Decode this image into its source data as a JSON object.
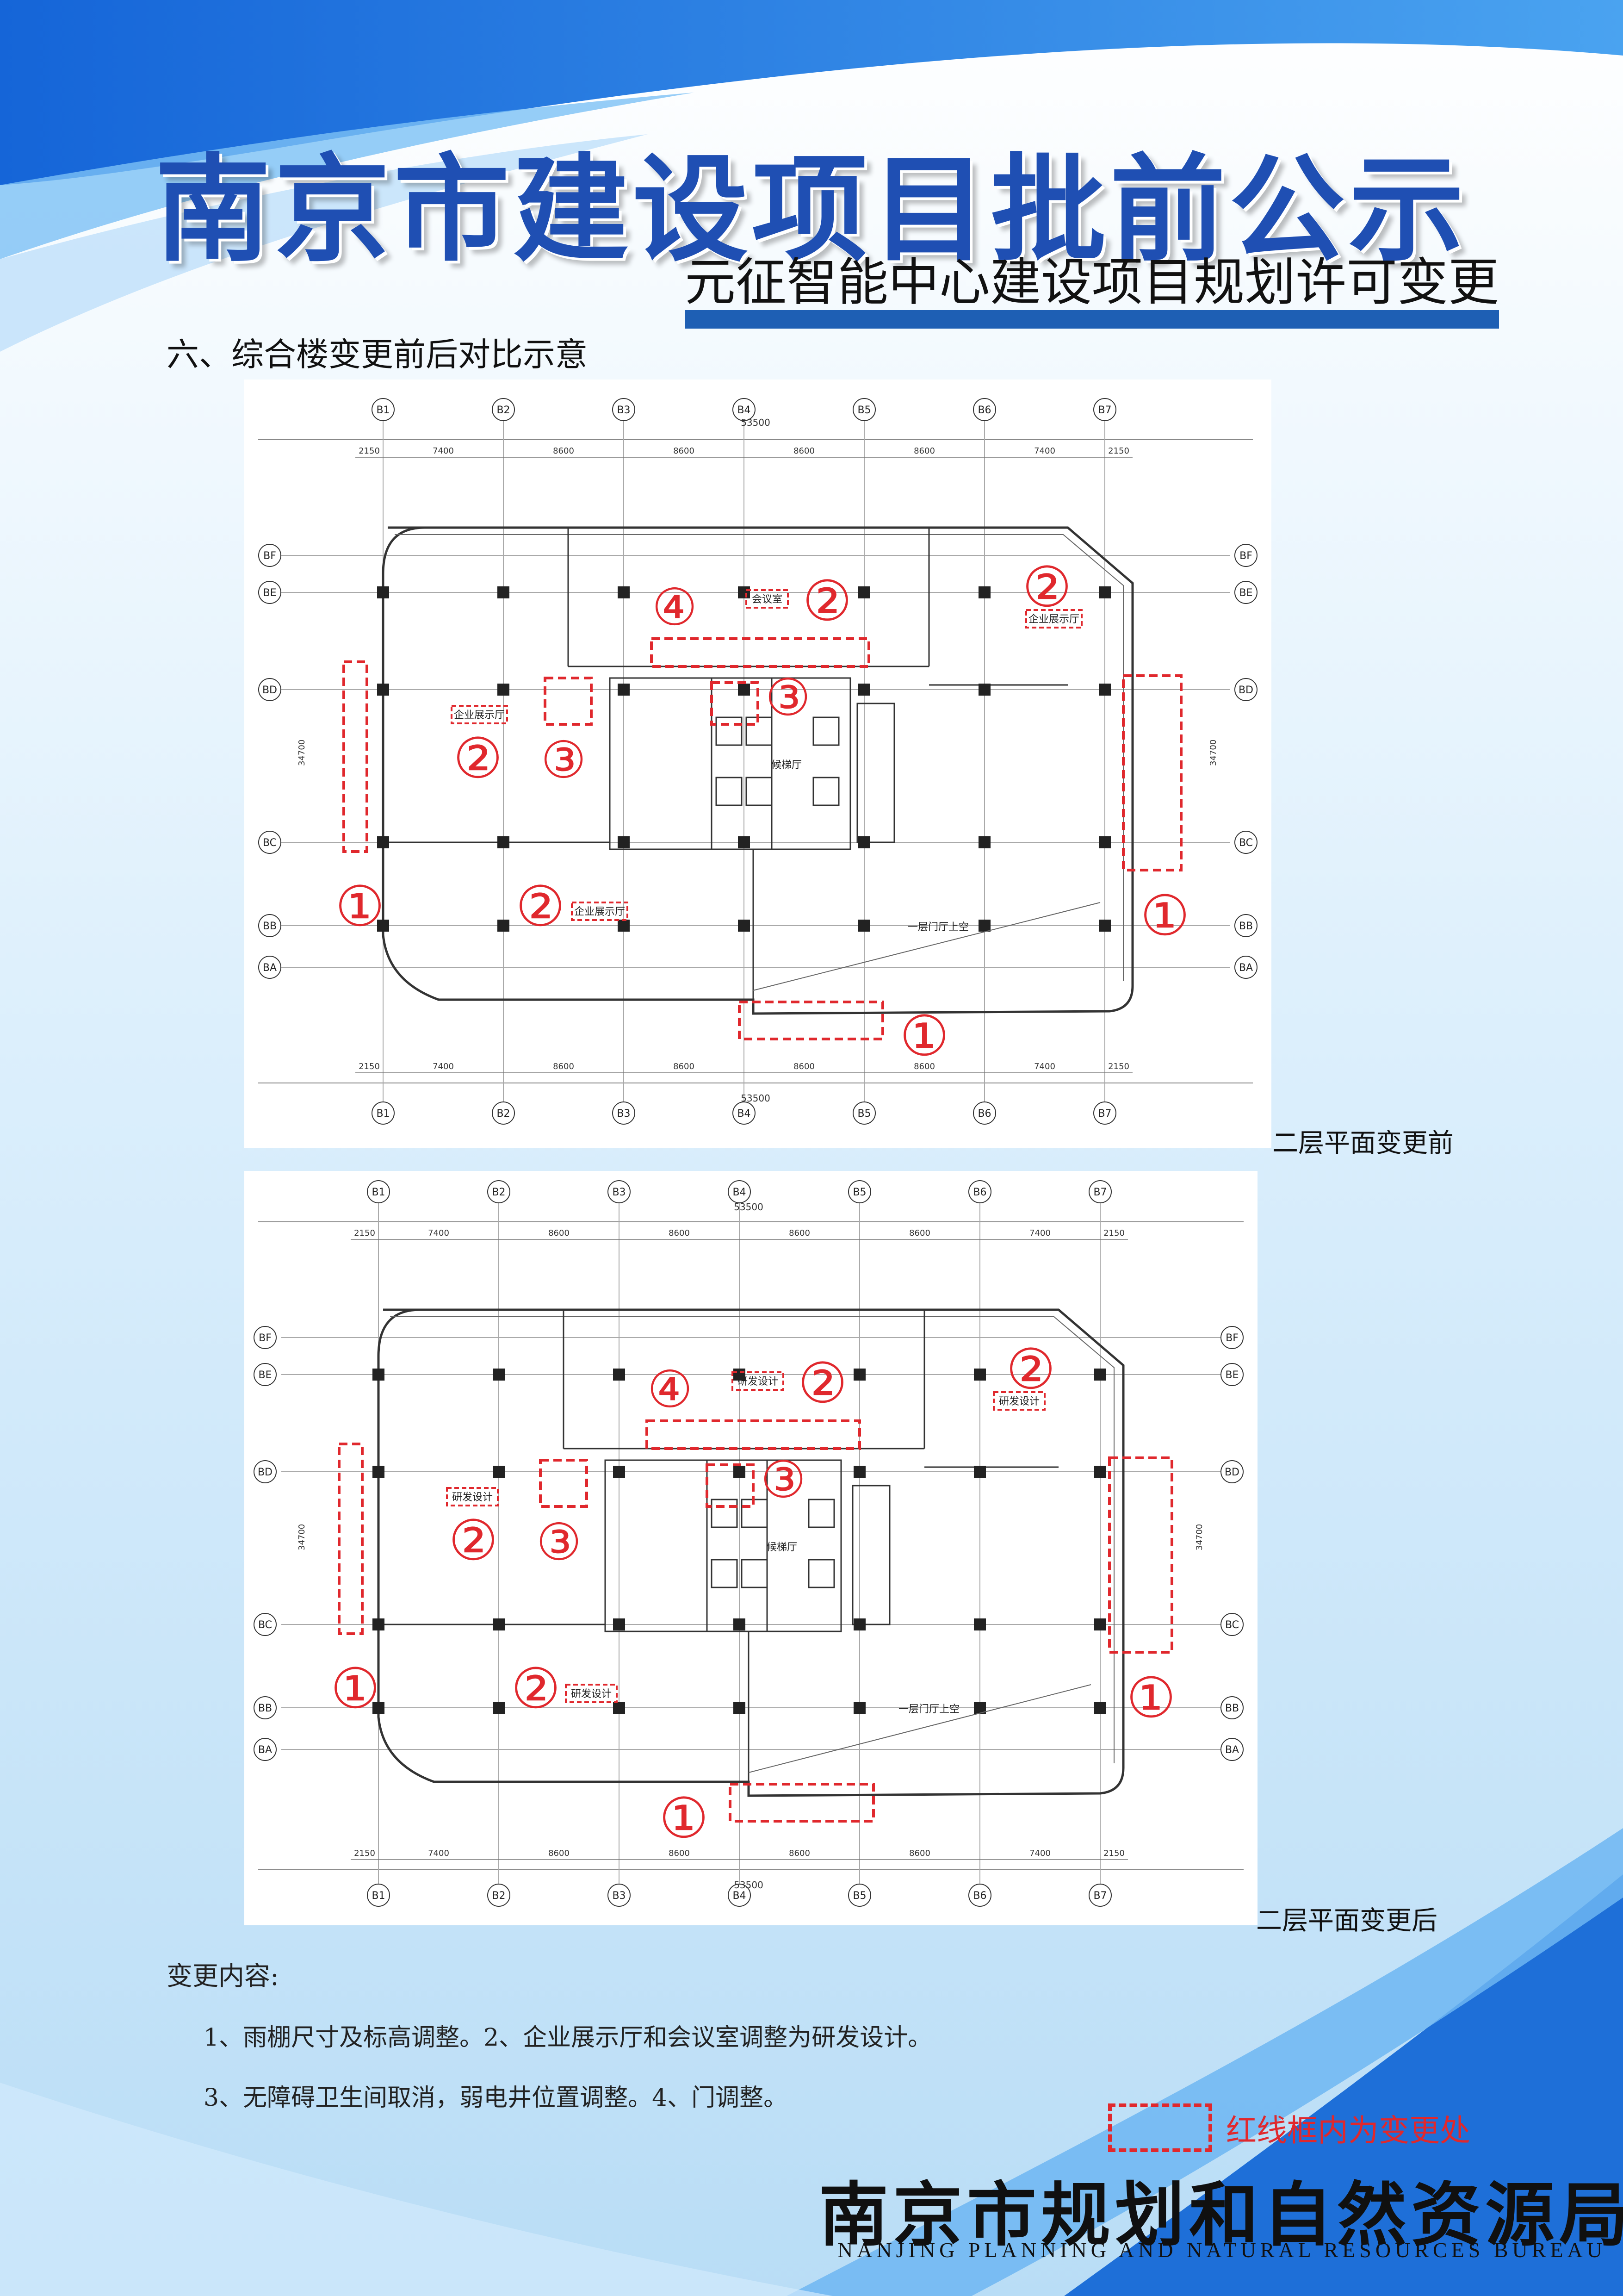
{
  "header": {
    "title": "南京市建设项目批前公示",
    "subtitle": "元征智能中心建设项目规划许可变更"
  },
  "section": {
    "title": "六、综合楼变更前后对比示意"
  },
  "plans": {
    "before_caption": "二层平面变更前",
    "after_caption": "二层平面变更后",
    "grid_columns": [
      "B1",
      "B2",
      "B3",
      "B4",
      "B5",
      "B6",
      "B7"
    ],
    "grid_rows": [
      "BF",
      "BE",
      "BD",
      "BC",
      "BB",
      "BA"
    ],
    "column_spacings": [
      "2150",
      "7400",
      "8600",
      "8600",
      "8600",
      "8600",
      "7400",
      "2150"
    ],
    "total_width": "53500",
    "total_height": "34700",
    "markers": [
      "①",
      "②",
      "③",
      "④"
    ],
    "before_labels": {
      "exhibition": "企业展示厅",
      "meeting": "会议室",
      "lobby": "候梯厅",
      "void": "一层门厅上空"
    },
    "after_labels": {
      "rd": "研发设计",
      "lobby": "候梯厅",
      "void": "一层门厅上空"
    }
  },
  "changes": {
    "heading": "变更内容:",
    "item1": "1、雨棚尺寸及标高调整。2、企业展示厅和会议室调整为研发设计。",
    "item2": "3、无障碍卫生间取消，弱电井位置调整。4、门调整。"
  },
  "legend": {
    "text": "红线框内为变更处",
    "color": "#e0282d"
  },
  "footer": {
    "name": "南京市规划和自然资源局",
    "english": "NANJING PLANNING AND NATURAL RESOURCES BUREAU"
  },
  "colors": {
    "title_blue": "#1f4fb3",
    "bar_blue": "#1e5fb4",
    "change_red": "#e0282d"
  }
}
